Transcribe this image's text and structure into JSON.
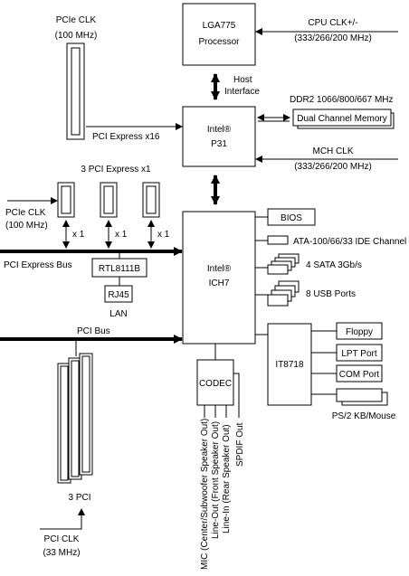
{
  "cpu": {
    "name": "LGA775",
    "sub": "Processor"
  },
  "cpu_clk": {
    "label": "CPU CLK+/-",
    "value": "(333/266/200 MHz)"
  },
  "host_interface": {
    "line1": "Host",
    "line2": "Interface"
  },
  "northbridge": {
    "line1": "Intel®",
    "line2": "P31"
  },
  "ddr2": {
    "label": "DDR2 1066/800/667 MHz",
    "box": "Dual Channel Memory"
  },
  "mch_clk": {
    "label": "MCH CLK",
    "value": "(333/266/200 MHz)"
  },
  "pcie_clk_top": {
    "line1": "PCIe CLK",
    "line2": "(100 MHz)"
  },
  "pci_express_x16": "PCI Express x16",
  "pci_express_x1_group": "3 PCI Express x1",
  "pcie_clk_mid": {
    "line1": "PCIe CLK",
    "line2": "(100 MHz)"
  },
  "x1_labels": [
    "x 1",
    "x 1",
    "x 1"
  ],
  "pci_express_bus": "PCI Express Bus",
  "lan_chip": "RTL8111B",
  "rj45": "RJ45",
  "lan": "LAN",
  "southbridge": {
    "line1": "Intel®",
    "line2": "ICH7"
  },
  "bios": "BIOS",
  "ide": "ATA-100/66/33 IDE Channel",
  "sata": "4 SATA 3Gb/s",
  "usb": "8 USB Ports",
  "pci_bus": "PCI Bus",
  "superio": "IT8718",
  "floppy": "Floppy",
  "lpt": "LPT Port",
  "com": "COM Port",
  "ps2": "PS/2 KB/Mouse",
  "codec": "CODEC",
  "audio_outputs": [
    "MIC (Center/Subwoofer Speaker Out)",
    "Line-Out (Front Speaker Out)",
    "Line-In (Rear Speaker Out)",
    "SPDIF Out"
  ],
  "pci_slots_label": "3 PCI",
  "pci_clk": {
    "line1": "PCI CLK",
    "line2": "(33 MHz)"
  }
}
